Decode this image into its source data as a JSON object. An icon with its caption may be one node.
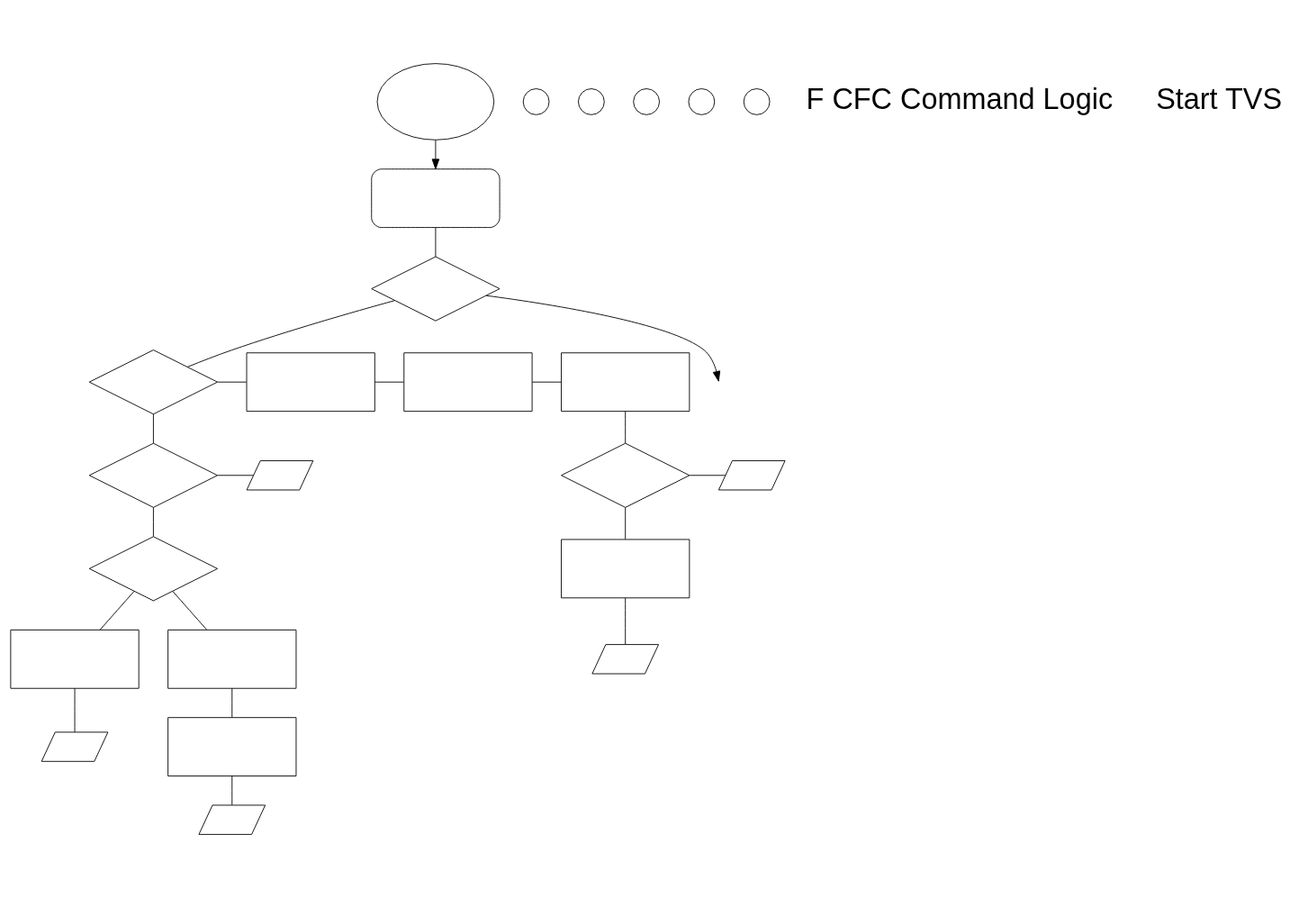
{
  "diagram": {
    "nodes": [
      {
        "text": [],
        "shape": "cloud"
      },
      {
        "text": [],
        "shape": "box"
      },
      {
        "text": [],
        "shape": "diamond"
      },
      {
        "text": [],
        "shape": "circle"
      },
      {
        "text": [],
        "shape": "circle"
      },
      {
        "text": [],
        "shape": "diamond"
      },
      {
        "text": [],
        "shape": "box"
      },
      {
        "text": [],
        "shape": "box"
      },
      {
        "text": [],
        "shape": "box"
      },
      {
        "text": [],
        "shape": "parallelogram"
      },
      {
        "text": [],
        "shape": "diamond"
      },
      {
        "text": [],
        "shape": "parallelogram"
      },
      {
        "text": [],
        "shape": "diamond"
      },
      {
        "text": [],
        "shape": "circle"
      },
      {
        "text": [],
        "shape": "diamond"
      },
      {
        "text": [],
        "shape": "circle"
      },
      {
        "text": [],
        "shape": "circle"
      },
      {
        "text": [],
        "shape": "box"
      },
      {
        "text": [],
        "shape": "box"
      },
      {
        "text": [],
        "shape": "box"
      },
      {
        "text": [],
        "shape": "parallelogram"
      },
      {
        "text": [],
        "shape": "box"
      },
      {
        "text": [],
        "shape": "parallelogram"
      },
      {
        "text": [],
        "shape": "parallelogram"
      }
    ],
    "edges": [
      {
        "from": 0,
        "to": 1,
        "arrow": "to"
      },
      {
        "from": 1,
        "to": 2,
        "arrow": "none"
      },
      {
        "from": 2,
        "to": null,
        "arrow": "to"
      },
      {
        "from": 2,
        "to": 5,
        "arrow": "none"
      },
      {
        "from": 5,
        "to": 6,
        "arrow": "none"
      },
      {
        "from": 6,
        "to": 7,
        "arrow": "none"
      },
      {
        "from": 7,
        "to": 8,
        "arrow": "none"
      },
      {
        "from": 8,
        "to": 12,
        "arrow": "none"
      },
      {
        "from": 5,
        "to": 10,
        "arrow": "none"
      },
      {
        "from": 10,
        "to": 9,
        "arrow": "none"
      },
      {
        "from": 12,
        "to": 11,
        "arrow": "none"
      },
      {
        "from": 10,
        "to": 14,
        "arrow": "none"
      },
      {
        "from": 12,
        "to": 17,
        "arrow": "none"
      },
      {
        "from": 14,
        "to": 18,
        "arrow": "none"
      },
      {
        "from": 14,
        "to": 19,
        "arrow": "none"
      },
      {
        "from": 17,
        "to": 20,
        "arrow": "none"
      },
      {
        "from": 19,
        "to": 21,
        "arrow": "none"
      },
      {
        "from": 18,
        "to": 22,
        "arrow": "none"
      },
      {
        "from": 21,
        "to": 23,
        "arrow": "none"
      }
    ],
    "labels": [
      "F CFC Command Logic",
      "Start TVS"
    ]
  }
}
